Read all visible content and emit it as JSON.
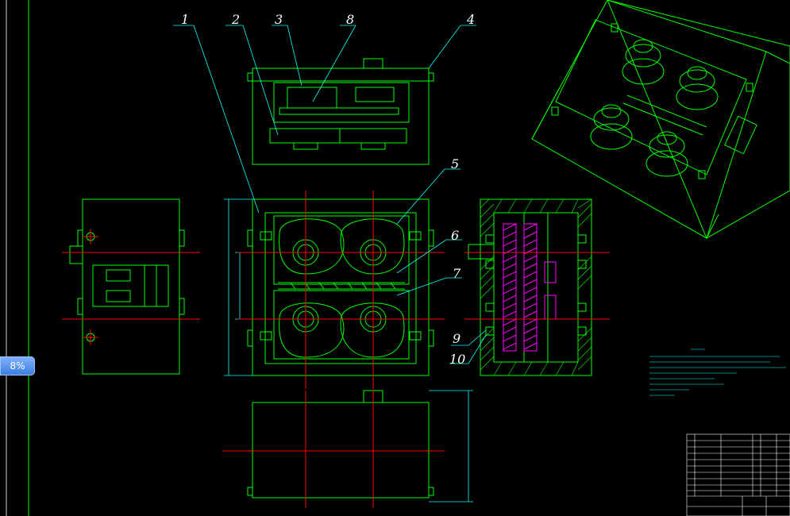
{
  "zoom": {
    "label": "8%"
  },
  "callouts": [
    "1",
    "2",
    "3",
    "8",
    "4",
    "5",
    "6",
    "7",
    "9",
    "10"
  ],
  "colors": {
    "background": "#000000",
    "outline": "#00ff00",
    "leader": "#00ffff",
    "centerline": "#ff0000",
    "hatch": "#ff00ff",
    "label": "#ffffff",
    "tech_notes": "#00ffff"
  }
}
